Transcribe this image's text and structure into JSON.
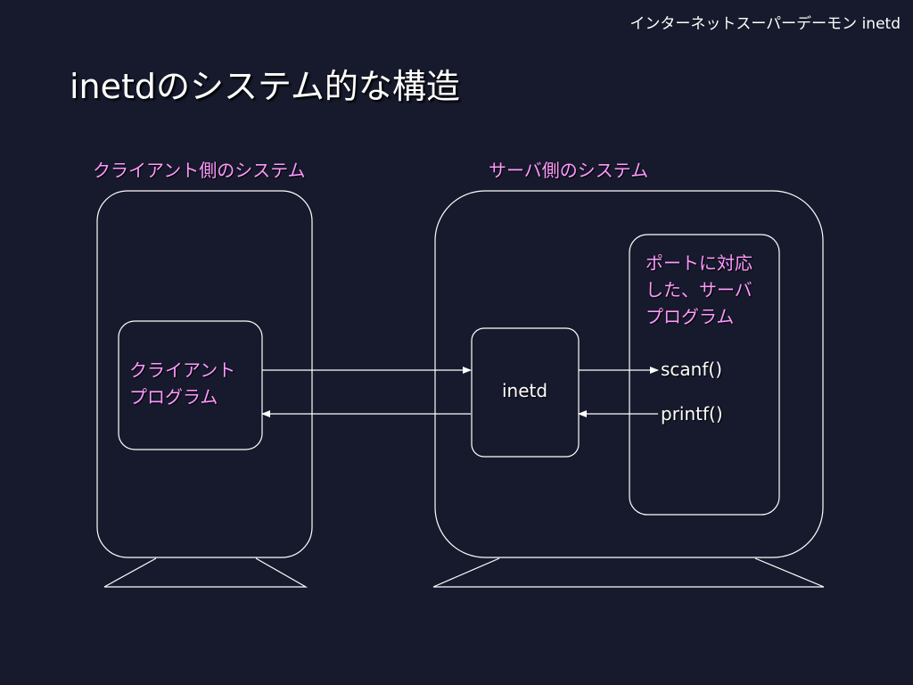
{
  "header": {
    "title": "インターネットスーパーデーモン inetd"
  },
  "slide": {
    "title": "inetdのシステム的な構造"
  },
  "client_system": {
    "label": "クライアント側のシステム",
    "program_label_lines": [
      "クライアント",
      "プログラム"
    ]
  },
  "server_system": {
    "label": "サーバ側のシステム",
    "inetd_label": "inetd",
    "server_program_label_lines": [
      "ポートに対応",
      "した、サーバ",
      "プログラム"
    ],
    "scanf_label": "scanf()",
    "printf_label": "printf()"
  },
  "colors": {
    "background": "#161a2c",
    "line": "#ffffff",
    "label_accent": "#ff99ff"
  }
}
